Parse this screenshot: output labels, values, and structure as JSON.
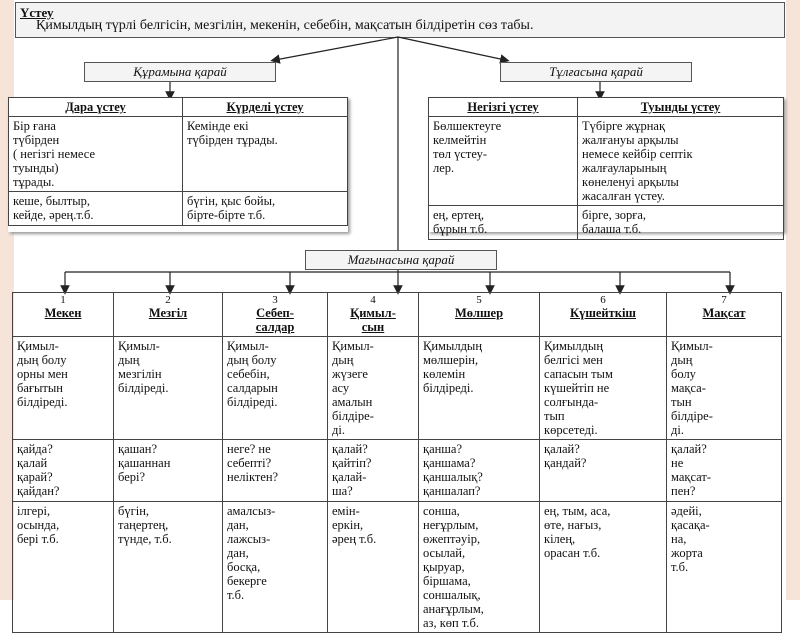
{
  "title": {
    "heading": "Үстеу",
    "description": "Қимылдың түрлі белгісін, мезгілін, мекенін, себебін, мақсатын білдіретін сөз табы."
  },
  "branches": {
    "composition": "Құрамына қарай",
    "form": "Тұлғасына қарай",
    "meaning": "Мағынасына қарай"
  },
  "composition_table": {
    "headers": [
      "Дара үстеу",
      "Күрделі үстеу"
    ],
    "definition": [
      "Бір ғана\nтүбірден\n( негізгі немесе\n туынды)\nтұрады.",
      "Кемінде екі\nтүбірден тұрады."
    ],
    "examples": [
      "кеше, былтыр,\nкейде, әрең.т.б.",
      "бүгін, қыс бойы,\nбірте-бірте т.б."
    ]
  },
  "form_table": {
    "headers": [
      "Негізгі үстеу",
      "Туынды үстеу"
    ],
    "definition": [
      "Бөлшектеуге\nкелмейтін\n төл үстеу-\nлер.",
      "Түбірге жұрнақ\nжалғануы арқылы\nнемесе кейбір септік\nжалғауларының\nкөнеленуі арқылы\nжасалған үстеу."
    ],
    "examples": [
      "ең, ертең,\nбұрын т.б.",
      "бірге, зорға,\nбалаша т.б."
    ]
  },
  "meaning_table": {
    "columns": [
      {
        "num": "1",
        "name": "Мекен",
        "definition": "Қимыл-\nдың болу\nорны мен\nбағытын\nбілдіреді.",
        "questions": "қайда?\nқалай\nқарай?\nқайдан?",
        "examples": "ілгері,\nосында,\nбері т.б."
      },
      {
        "num": "2",
        "name": "Мезгіл",
        "definition": "Қимыл-\nдың\nмезгілін\nбілдіреді.",
        "questions": "қашан?\nқашаннан\nбері?",
        "examples": "бүгін,\nтаңертең,\nтүнде, т.б."
      },
      {
        "num": "3",
        "name": "Себеп-\nсалдар",
        "definition": "Қимыл-\nдың болу\n себебін,\nсалдарын\nбілдіреді.",
        "questions": "неге? не\nсебепті?\nнеліктен?",
        "examples": "амалсыз-\nдан,\nлажсыз-\nдан,\nбосқа,\nбекерге\nт.б."
      },
      {
        "num": "4",
        "name": "Қимыл-\nсын",
        "definition": "Қимыл-\nдың\nжүзеге\nасу\nамалын\nбілдіре-\nді.",
        "questions": "қалай?\nқайтіп?\nқалай-\nша?",
        "examples": "емін-\nеркін,\nәрең т.б."
      },
      {
        "num": "5",
        "name": "Мөлшер",
        "definition": "Қимылдың\nмөлшерін,\nкөлемін\nбілдіреді.",
        "questions": "қанша?\nқаншама?\nқаншалық?\nқаншалап?",
        "examples": "сонша,\nнеғұрлым,\nөжептәуір,\nосылай,\nқыруар,\nбіршама,\nсоншалық,\nанағұрлым,\nаз, көп т.б."
      },
      {
        "num": "6",
        "name": "Күшейткіш",
        "definition": "Қимылдың\nбелгісі мен\nсапасын тым\nкүшейтіп не\nсолғында-\nтып\nкөрсетеді.",
        "questions": "қалай?\nқандай?",
        "examples": "ең, тым, аса,\nөте, нағыз,\nкілең,\nорасан т.б."
      },
      {
        "num": "7",
        "name": "Мақсат",
        "definition": "Қимыл-\nдың\nболу\nмақса-\nтын\nбілдіре-\nді.",
        "questions": "қалай?\nне\nмақсат-\nпен?",
        "examples": "әдейі,\nқасақа-\nна,\nжорта\nт.б."
      }
    ]
  }
}
